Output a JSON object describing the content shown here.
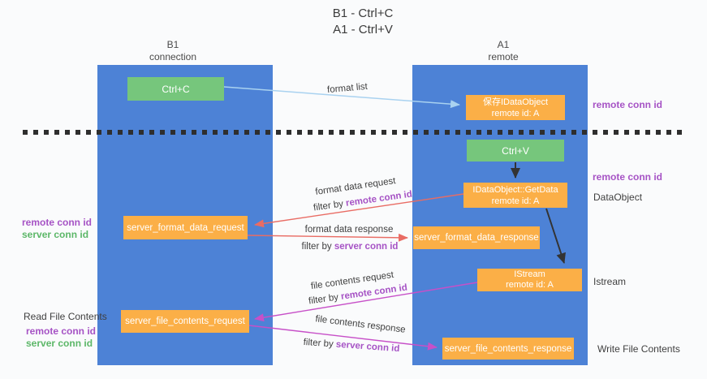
{
  "title": {
    "line1": "B1 - Ctrl+C",
    "line2": "A1 - Ctrl+V"
  },
  "columns": {
    "left": {
      "header_line1": "B1",
      "header_line2": "connection"
    },
    "right": {
      "header_line1": "A1",
      "header_line2": "remote"
    }
  },
  "boxes": {
    "ctrl_c": "Ctrl+C",
    "ctrl_v": "Ctrl+V",
    "save_dataobject": {
      "line1": "保存IDataObject",
      "line2": "remote id: A"
    },
    "getdata": {
      "line1": "IDataObject::GetData",
      "line2": "remote id: A"
    },
    "istream": {
      "line1": "IStream",
      "line2": "remote id: A"
    },
    "server_format_data_request": "server_format_data_request",
    "server_format_data_response": "server_format_data_response",
    "server_file_contents_request": "server_file_contents_request",
    "server_file_contents_response": "server_file_contents_response"
  },
  "flow_labels": {
    "format_list": "format list",
    "format_data_request": "format data request",
    "format_data_response": "format data response",
    "file_contents_request": "file contents request",
    "file_contents_response": "file contents response",
    "filter_by": "filter by ",
    "remote_conn_id": "remote conn id",
    "server_conn_id": "server conn id"
  },
  "side_labels": {
    "remote_conn_id": "remote conn id",
    "server_conn_id": "server conn id",
    "dataobject": "DataObject",
    "istream": "Istream",
    "read_file_contents": "Read File Contents",
    "write_file_contents": "Write File Contents"
  },
  "colors": {
    "background": "#fafbfc",
    "column_blue": "#4d82d6",
    "box_orange": "#fbaf47",
    "box_green": "#76c67c",
    "text_dark": "#3f3f3f",
    "text_purple": "#a653c5",
    "text_green": "#5cb768",
    "arrow_light_blue": "#a9d2f0",
    "arrow_red": "#e96c64",
    "arrow_magenta": "#c750c8",
    "arrow_black": "#333333",
    "dashed_line": "#2e2e2e"
  }
}
